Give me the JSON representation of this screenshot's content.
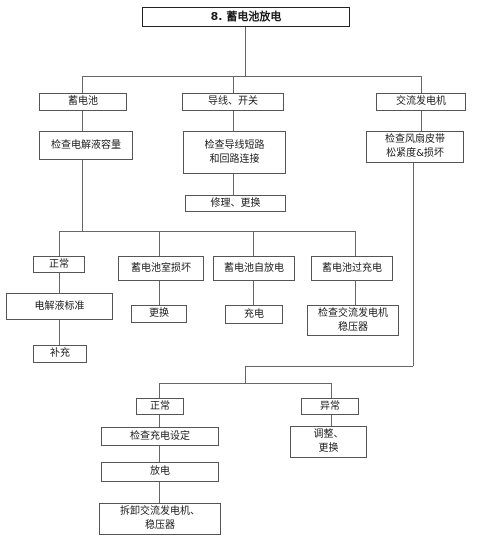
{
  "title": "8. 蓄电池放电",
  "nodes": {
    "battery": "蓄电池",
    "wire_switch": "导线、开关",
    "alternator": "交流发电机",
    "check_electrolyte": "检查电解液容量",
    "check_wire_short": "检查导线短路\n和回路连接",
    "check_fan_belt": "检查风扇皮带\n松紧度&损坏",
    "repair_replace": "修理、更换",
    "normal_1": "正常",
    "battery_room_damaged": "蓄电池室损坏",
    "battery_self_discharge": "蓄电池自放电",
    "battery_overcharge": "蓄电池过充电",
    "electrolyte_standard": "电解液标准",
    "replace": "更换",
    "charge": "充电",
    "check_alternator_regulator": "检查交流发电机\n稳压器",
    "replenish": "补充",
    "normal_2": "正常",
    "abnormal": "异常",
    "check_charge_setting": "检查充电设定",
    "adjust_replace": "调整、\n更换",
    "discharge": "放电",
    "remove_alternator_regulator": "拆卸交流发电机、\n稳压器"
  }
}
